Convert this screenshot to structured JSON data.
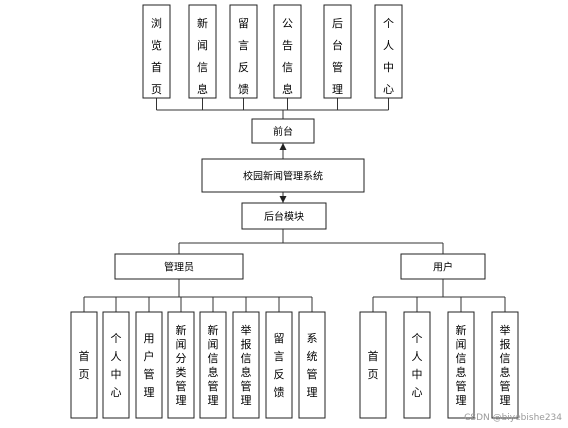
{
  "frontend_modules": [
    "浏览首页",
    "新闻信息",
    "留言反馈",
    "公告信息",
    "后台管理",
    "个人中心"
  ],
  "frontend": "前台",
  "system": "校园新闻管理系统",
  "backend": "后台模块",
  "admin": {
    "label": "管理员",
    "modules": [
      "首页",
      "个人中心",
      "用户管理",
      "新闻分类管理",
      "新闻信息管理",
      "举报信息管理",
      "留言反馈",
      "系统管理"
    ]
  },
  "user": {
    "label": "用户",
    "modules": [
      "首页",
      "个人中心",
      "新闻信息管理",
      "举报信息管理"
    ]
  },
  "watermark": "CSDN @biyebishe234"
}
